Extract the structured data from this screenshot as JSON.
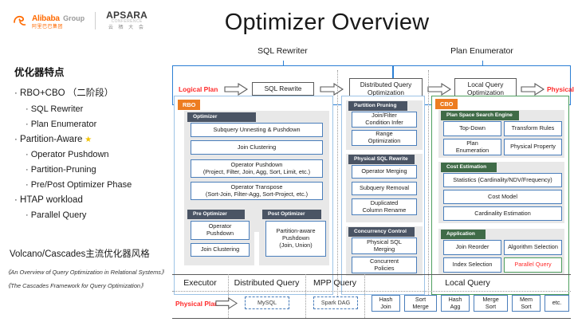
{
  "logo": {
    "alibaba_name": "Alibaba",
    "alibaba_group": "Group",
    "alibaba_cn": "阿里巴巴集团",
    "apsara_name": "APSARA",
    "apsara_sub": "CONFERENCE",
    "apsara_cn": "云 栖 大 会"
  },
  "title": "Optimizer Overview",
  "sidebar": {
    "heading": "优化器特点",
    "items": [
      {
        "level": 1,
        "text": "RBO+CBO （二阶段）",
        "star": false
      },
      {
        "level": 2,
        "text": "SQL Rewriter",
        "star": false
      },
      {
        "level": 2,
        "text": "Plan Enumerator",
        "star": false
      },
      {
        "level": 1,
        "text": "Partition-Aware",
        "star": true
      },
      {
        "level": 2,
        "text": "Operator Pushdown",
        "star": false
      },
      {
        "level": 2,
        "text": "Partition-Pruning",
        "star": false
      },
      {
        "level": 2,
        "text": "Pre/Post Optimizer Phase",
        "star": false
      },
      {
        "level": 1,
        "text": "HTAP workload",
        "star": false
      },
      {
        "level": 2,
        "text": "Parallel Query",
        "star": false
      }
    ],
    "footnote": "Volcano/Cascades主流优化器风格",
    "references": [
      "《An Overview of Query Optimization in Relational Systems》",
      "《The Cascades Framework for Query Optimization》"
    ]
  },
  "diagram": {
    "phases": [
      {
        "label": "SQL Rewriter"
      },
      {
        "label": "Plan Enumerator"
      }
    ],
    "flow": {
      "logical_plan": "Logical Plan",
      "sql_rewrite": "SQL Rewrite",
      "distributed_query_optimization": "Distributed Query\nOptimization",
      "local_query_optimization": "Local Query\nOptimization",
      "physical_plan": "Physical Plan"
    },
    "rbo": {
      "tag": "RBO",
      "optimizer_group": "Optimizer",
      "optimizer_items": [
        "Subquery Unnesting & Pushdown",
        "Join Clustering",
        "Operator Pushdown\n(Project, Filter, Join, Agg, Sort, Limit, etc.)",
        "Operator Transpose\n(Sort-Join, Filter-Agg, Sort-Project, etc.)"
      ],
      "pre_optimizer_group": "Pre Optimizer",
      "pre_optimizer_items": [
        "Operator\nPushdown",
        "Join Clustering"
      ],
      "post_optimizer_group": "Post Optimizer",
      "post_optimizer_items": [
        "Partition-aware\nPushdown\n(Join, Union)"
      ]
    },
    "dqo": {
      "groups": [
        {
          "title": "Partition Pruning",
          "items": [
            "Join/Filter\nCondition Infer",
            "Range\nOptimization"
          ]
        },
        {
          "title": "Physical SQL Rewrite",
          "items": [
            "Operator Merging",
            "Subquery Removal",
            "Duplicated\nColumn Rename"
          ]
        },
        {
          "title": "Concurrency Control",
          "items": [
            "Physical SQL\nMerging",
            "Concurrent\nPolicies"
          ]
        }
      ]
    },
    "cbo": {
      "tag": "CBO",
      "groups": [
        {
          "title": "Plan Space Search Engine",
          "items": [
            "Top-Down",
            "Transform Rules",
            "Plan\nEnumeration",
            "Physical Property"
          ]
        },
        {
          "title": "Cost Estimation",
          "items": [
            "Statistics (Cardinality/NDV/Frequency)",
            "Cost Model",
            "Cardinality Estimation"
          ]
        },
        {
          "title": "Application",
          "items": [
            "Join Reorder",
            "Algorithm Selection",
            "Index Selection",
            "Parallel Query"
          ]
        }
      ],
      "highlight_item": "Parallel Query"
    }
  },
  "executor": {
    "columns": [
      "Executor",
      "Distributed Query",
      "MPP Query",
      "Local Query"
    ],
    "physical_plan": "Physical Plan",
    "distributed_engine": "MySQL",
    "mpp_engine": "Spark DAG",
    "local_ops": [
      "Hash\nJoin",
      "Sort\nMerge",
      "Hash\nAgg",
      "Merge\nSort",
      "Mem\nSort",
      "etc."
    ]
  },
  "colors": {
    "accent_blue": "#2b7fd4",
    "box_blue": "#4a7ebb",
    "tag_orange": "#ed7d21",
    "tag_dark": "#4a5464",
    "tag_green": "#3f6b47",
    "cbo_border": "#4e9f5f",
    "red_label": "#ff2b2b",
    "group_bg": "#e8e8e8"
  }
}
